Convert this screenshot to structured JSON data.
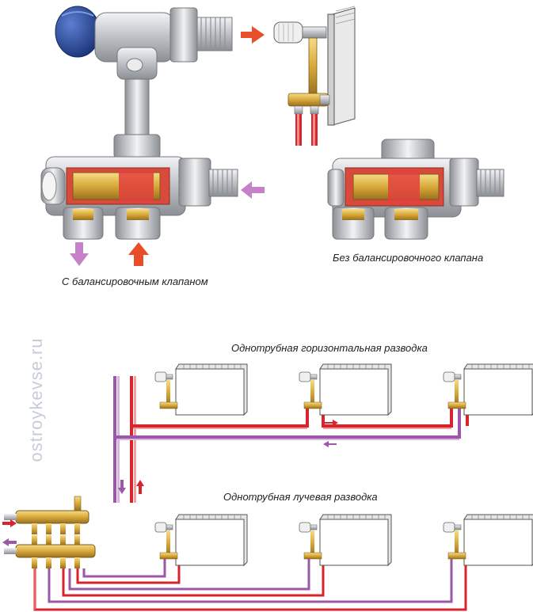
{
  "watermark": "ostroykevse.ru",
  "labels": {
    "with_balancing": "С балансировочным клапаном",
    "without_balancing": "Без балансировочного клапана",
    "horizontal": "Однотрубная горизонтальная разводка",
    "radial": "Однотрубная лучевая разводка"
  },
  "colors": {
    "supply": "#d8242c",
    "return": "#9b58a8",
    "brass": "#d8a93a",
    "chrome": "#c9ccd0",
    "knob": "#2a4fa0",
    "radiator": "#ffffff"
  }
}
